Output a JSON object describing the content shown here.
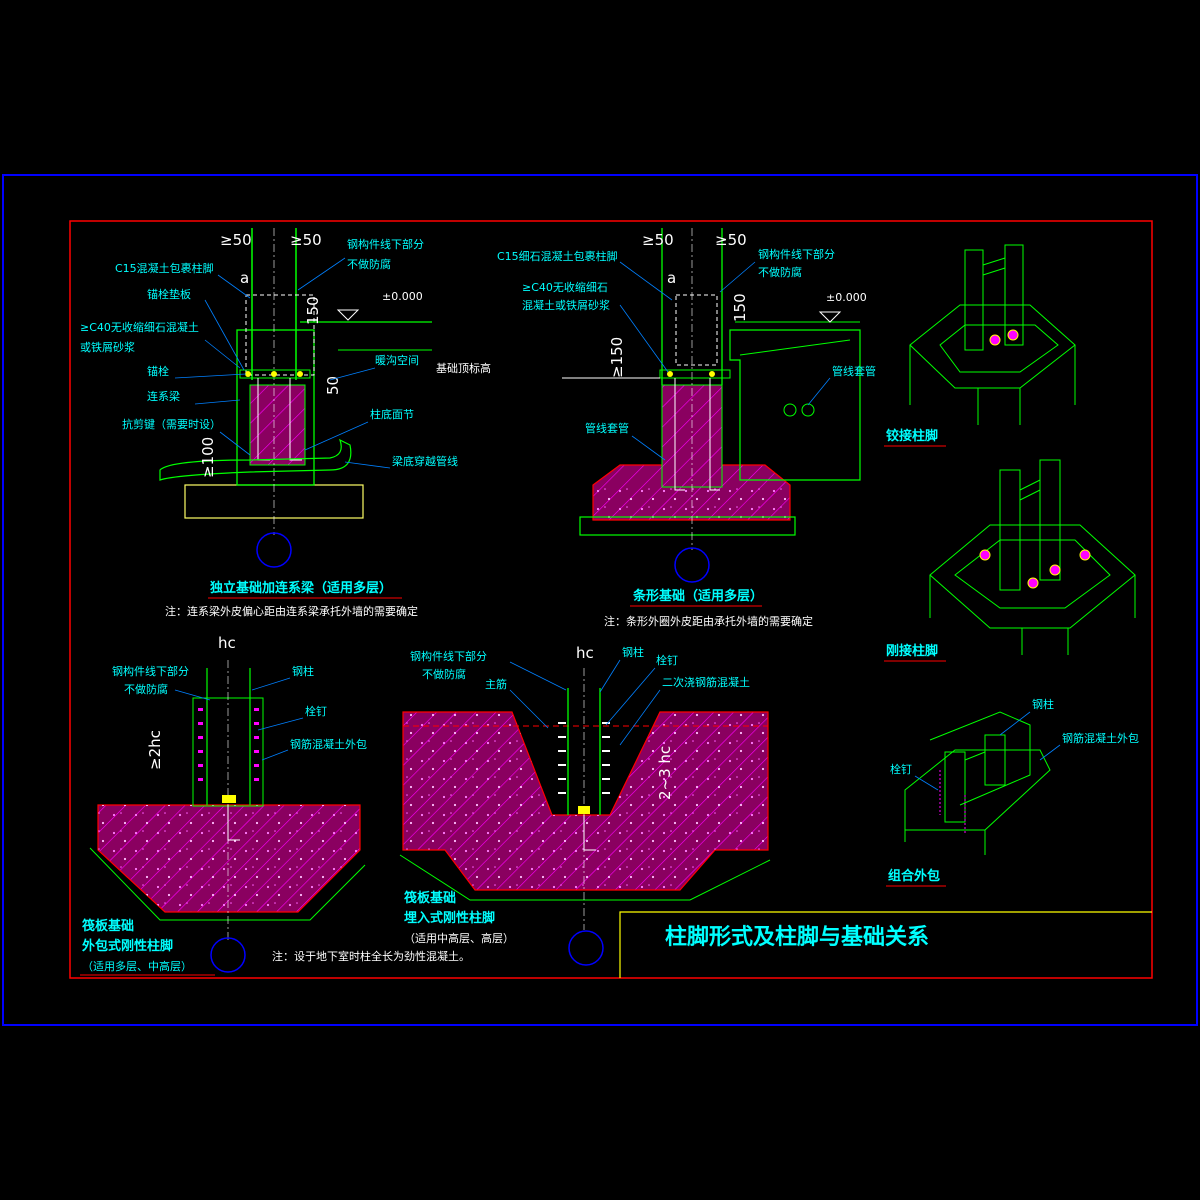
{
  "colors": {
    "background": "#000000",
    "outer_frame": "#0000ff",
    "inner_frame": "#ff0000",
    "structure": "#00ff00",
    "concrete_fill": "#cc0080",
    "hatch": "#ff00ff",
    "label": "#00ffff",
    "leader": "#0080ff",
    "dimension": "#ffffff"
  },
  "title_block": {
    "title": "柱脚形式及柱脚与基础关系"
  },
  "detail1": {
    "dim_left": "≥50",
    "dim_right": "≥50",
    "dim_a": "a",
    "dim_150": "150",
    "dim_50": "50",
    "dim_100": "≥100",
    "elevation": "±0.000",
    "labels": {
      "c15": "C15混凝土包裹柱脚",
      "anchor_plate": "锚栓垫板",
      "grout1": "≥C40无收缩细石混凝土",
      "grout2": "或铁屑砂浆",
      "anchor": "锚栓",
      "tie_beam": "连系梁",
      "shear_key": "抗剪键（需要时设）",
      "no_corrosion1": "钢构件线下部分",
      "no_corrosion2": "不做防腐",
      "trench": "暖沟空间",
      "fdn_top": "基础顶标高",
      "column_base": "柱底面节",
      "pipe": "梁底穿越管线"
    },
    "title": "独立基础加连系梁（适用多层）",
    "note": "注：连系梁外皮偏心距由连系梁承托外墙的需要确定"
  },
  "detail2": {
    "dim_left": "≥50",
    "dim_right": "≥50",
    "dim_a": "a",
    "dim_150": "150",
    "dim_150b": "≥150",
    "elevation": "±0.000",
    "labels": {
      "c15": "C15细石混凝土包裹柱脚",
      "grout1": "≥C40无收缩细石",
      "grout2": "混凝土或铁屑砂浆",
      "no_corrosion1": "钢构件线下部分",
      "no_corrosion2": "不做防腐",
      "sleeve_right": "管线套管",
      "sleeve_left": "管线套管"
    },
    "title": "条形基础（适用多层）",
    "note": "注：条形外圈外皮距由承托外墙的需要确定"
  },
  "detail3": {
    "dim_hc": "hc",
    "dim_2hc": "≥2hc",
    "labels": {
      "no_corrosion1": "钢构件线下部分",
      "no_corrosion2": "不做防腐",
      "steel_column": "钢柱",
      "stud": "栓钉",
      "encasement": "钢筋混凝土外包"
    },
    "title1": "筏板基础",
    "title2": "外包式刚性柱脚",
    "title3": "（适用多层、中高层）",
    "note": "注：设于地下室时柱全长为劲性混凝土。"
  },
  "detail4": {
    "dim_hc": "hc",
    "dim_depth": "2~3 hc",
    "labels": {
      "no_corrosion1": "钢构件线下部分",
      "no_corrosion2": "不做防腐",
      "steel_column": "钢柱",
      "main_bar": "主筋",
      "stud": "栓钉",
      "second_pour": "二次浇钢筋混凝土"
    },
    "title1": "筏板基础",
    "title2": "埋入式刚性柱脚",
    "title3": "（适用中高层、高层）"
  },
  "iso": {
    "pinned": "铰接柱脚",
    "rigid": "刚接柱脚",
    "composite": "组合外包",
    "steel_column": "钢柱",
    "stud": "栓钉",
    "encasement": "钢筋混凝土外包"
  }
}
